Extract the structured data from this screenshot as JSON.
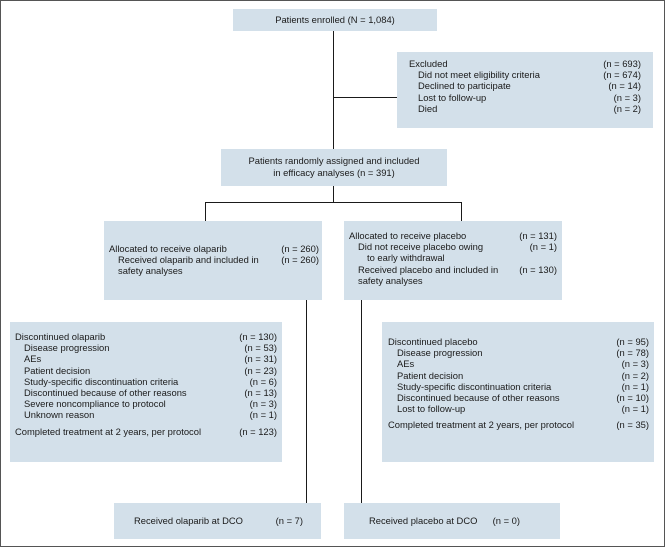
{
  "enrolled": "Patients enrolled (N = 1,084)",
  "excluded": {
    "title": {
      "label": "Excluded",
      "value": "(n = 693)"
    },
    "items": [
      {
        "label": "Did not meet eligibility criteria",
        "value": "(n = 674)"
      },
      {
        "label": "Declined to participate",
        "value": "(n = 14)"
      },
      {
        "label": "Lost to follow-up",
        "value": "(n = 3)"
      },
      {
        "label": "Died",
        "value": "(n = 2)"
      }
    ]
  },
  "randomized": {
    "line1": "Patients randomly assigned and included",
    "line2": "in efficacy analyses (n = 391)"
  },
  "olaparib_alloc": {
    "title": {
      "label": "Allocated to receive olaparib",
      "value": "(n = 260)"
    },
    "sub": {
      "line1": "Received olaparib and included in",
      "line2": "safety analyses",
      "value": "(n = 260)"
    }
  },
  "placebo_alloc": {
    "title": {
      "label": "Allocated to receive placebo",
      "value": "(n = 131)"
    },
    "sub1": {
      "line1": "Did not receive placebo owing",
      "line2": "to early withdrawal",
      "value": "(n = 1)"
    },
    "sub2": {
      "line1": "Received placebo and included in",
      "line2": "safety analyses",
      "value": "(n = 130)"
    }
  },
  "olaparib_disc": {
    "title": {
      "label": "Discontinued olaparib",
      "value": "(n = 130)"
    },
    "items": [
      {
        "label": "Disease progression",
        "value": "(n = 53)"
      },
      {
        "label": "AEs",
        "value": "(n = 31)"
      },
      {
        "label": "Patient decision",
        "value": "(n = 23)"
      },
      {
        "label": "Study-specific discontinuation criteria",
        "value": "(n = 6)"
      },
      {
        "label": "Discontinued because of other reasons",
        "value": "(n = 13)"
      },
      {
        "label": "Severe noncompliance to protocol",
        "value": "(n = 3)"
      },
      {
        "label": "Unknown reason",
        "value": "(n = 1)"
      }
    ],
    "completed": {
      "label": "Completed treatment at 2 years, per protocol",
      "value": "(n = 123)"
    }
  },
  "placebo_disc": {
    "title": {
      "label": "Discontinued placebo",
      "value": "(n = 95)"
    },
    "items": [
      {
        "label": "Disease progression",
        "value": "(n = 78)"
      },
      {
        "label": "AEs",
        "value": "(n = 3)"
      },
      {
        "label": "Patient decision",
        "value": "(n = 2)"
      },
      {
        "label": "Study-specific discontinuation criteria",
        "value": "(n = 1)"
      },
      {
        "label": "Discontinued because of other reasons",
        "value": "(n = 10)"
      },
      {
        "label": "Lost to follow-up",
        "value": "(n = 1)"
      }
    ],
    "completed": {
      "label": "Completed treatment at 2 years, per protocol",
      "value": "(n = 35)"
    }
  },
  "olaparib_dco": {
    "label": "Received olaparib at DCO",
    "value": "(n = 7)"
  },
  "placebo_dco": {
    "label": "Received placebo at DCO",
    "value": "(n = 0)"
  }
}
